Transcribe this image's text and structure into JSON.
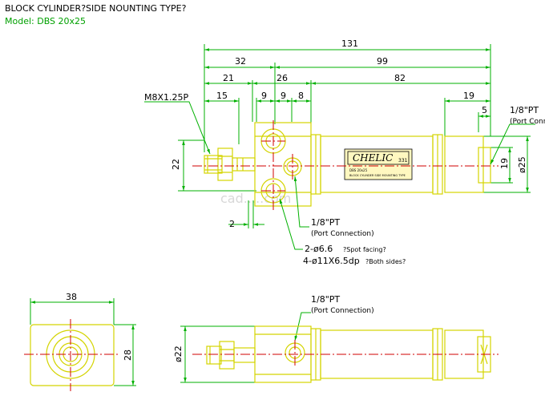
{
  "header": {
    "title": "BLOCK CYLINDER?SIDE NOUNTING TYPE?",
    "model": "Model: DBS 20x25"
  },
  "colors": {
    "outline": "#d4d400",
    "dimension": "#00b000",
    "center": "#d00000",
    "leader": "#00b000",
    "label_bg": "#fff8c0"
  },
  "dimensions": {
    "d131": "131",
    "d32": "32",
    "d99": "99",
    "d21": "21",
    "d26": "26",
    "d82": "82",
    "d15": "15",
    "d9a": "9",
    "d9b": "9",
    "d8": "8",
    "d19top": "19",
    "d5": "5",
    "d22": "22",
    "d2": "2",
    "d19side": "19",
    "phi25": "ø25",
    "d38": "38",
    "d28": "28",
    "phi22": "ø22"
  },
  "callouts": {
    "thread": "M8X1.25P",
    "port_right": "1/8\"PT",
    "port_right_sub": "(Port Connection)",
    "port_mid": "1/8\"PT",
    "port_mid_sub": "(Port Connection)",
    "holes1": "2-ø6.6",
    "holes1_sub": "?Spot facing?",
    "holes2": "4-ø11X6.5dp",
    "holes2_sub": "?Both sides?",
    "port_bottom": "1/8\"PT",
    "port_bottom_sub": "(Port Connection)"
  },
  "label": {
    "brand": "CHELIC",
    "code": "331",
    "line1": "DBS 20x25",
    "line2": "BLOCK CYLINDER SIDE MOUNTING TYPE"
  },
  "watermark": "cad.....com"
}
